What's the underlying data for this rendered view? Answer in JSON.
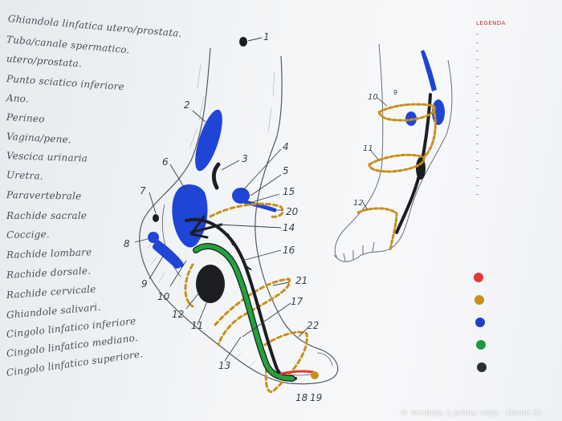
{
  "legend": [
    "Ghiandola linfatica utero/prostata.",
    "Tuba/canale spermatico.",
    "utero/prostata.",
    "Punto sciatico inferiore",
    "Ano.",
    "Perineo",
    "Vagina/pene.",
    "Vescica urinaria",
    "Uretra.",
    "Paravertebrale",
    "Rachide sacrale",
    "Coccige.",
    "Rachide lombare",
    "Rachide dorsale.",
    "Rachide cervicale",
    "Ghiandole salivari.",
    "Cingolo linfatico inferiore",
    "Cingolo linfatico mediano.",
    "Cingolo linfatico superiore."
  ],
  "labels": {
    "n1": "1",
    "n2": "2",
    "n3": "3",
    "n4": "4",
    "n5": "5",
    "n6": "6",
    "n7": "7",
    "n8": "8",
    "n9": "9",
    "n10": "10",
    "n11": "11",
    "n12": "12",
    "n13": "13",
    "n14": "14",
    "n15": "15",
    "n16": "16",
    "n17": "17",
    "n18": "18",
    "n19": "19",
    "n20": "20",
    "n21": "21",
    "n22": "22",
    "r10": "10",
    "r9": "9",
    "r11": "11",
    "r12": "12"
  },
  "key": {
    "title": "LEGENDA",
    "items": [
      "",
      "",
      "",
      "",
      "",
      "",
      "",
      "",
      "",
      "",
      "",
      "",
      "",
      "",
      "",
      "",
      "",
      "",
      "",
      ""
    ]
  },
  "swatches": [
    {
      "color": "#e2383a",
      "text": ""
    },
    {
      "color": "#c8901a",
      "text": ""
    },
    {
      "color": "#1f3fc8",
      "text": ""
    },
    {
      "color": "#1e9a3c",
      "text": ""
    },
    {
      "color": "#2a2d33",
      "text": ""
    }
  ],
  "colors": {
    "blue": "#1f45d6",
    "black": "#1c1e22",
    "green": "#22a33b",
    "red": "#e03a2e",
    "orange": "#c8901a",
    "sketch": "#55595f"
  },
  "watermark": "© Venduta a prima vista - Home St"
}
